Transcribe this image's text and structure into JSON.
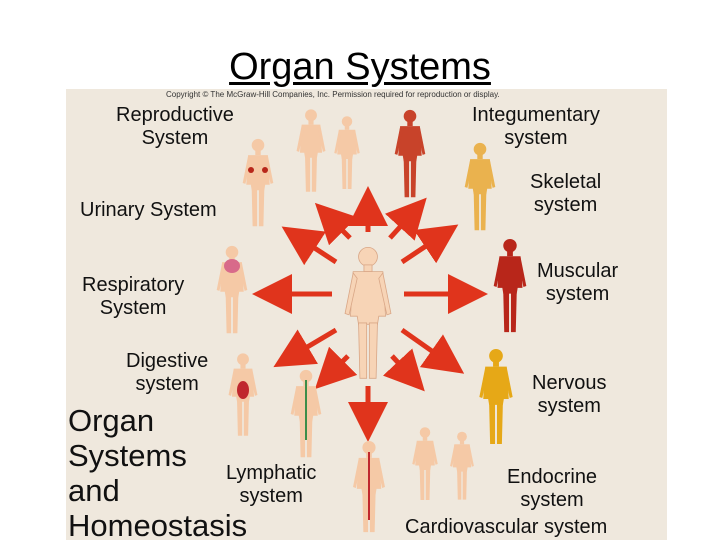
{
  "slide": {
    "title": "Organ Systems"
  },
  "figure": {
    "copyright": "Copyright © The McGraw-Hill Companies, Inc. Permission required for reproduction or display.",
    "center_label": [
      "Organ",
      "Systems",
      "and",
      "Homeostasis"
    ],
    "systems": {
      "reproductive": [
        "Reproductive",
        "System"
      ],
      "integumentary": [
        "Integumentary",
        "system"
      ],
      "skeletal": [
        "Skeletal",
        "system"
      ],
      "urinary": [
        "Urinary System"
      ],
      "respiratory": [
        "Respiratory",
        "System"
      ],
      "muscular": [
        "Muscular",
        "system"
      ],
      "digestive": [
        "Digestive",
        "system"
      ],
      "nervous": [
        "Nervous",
        "system"
      ],
      "lymphatic": [
        "Lymphatic",
        "system"
      ],
      "endocrine": [
        "Endocrine",
        "system"
      ],
      "cardiovascular": [
        "Cardiovascular system"
      ]
    }
  },
  "colors": {
    "title": "#000000",
    "figure_background": "#efe8dd",
    "arrow": "#e0341c",
    "skin": "#f5c9a6",
    "muscle": "#b8261a",
    "bone": "#e8a23a",
    "nerve": "#e6a817",
    "vessel": "#c0272d"
  }
}
